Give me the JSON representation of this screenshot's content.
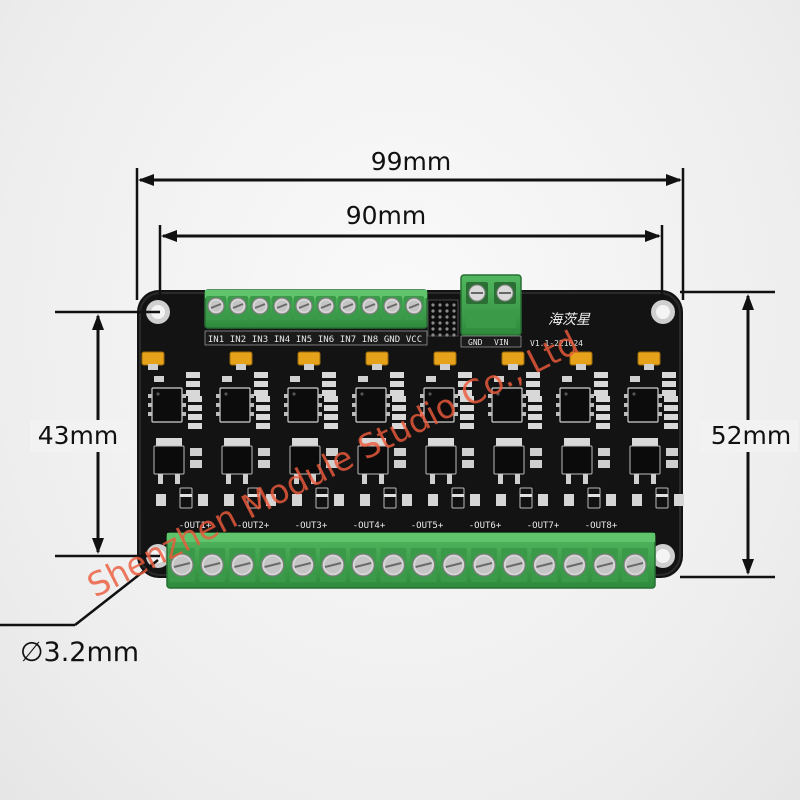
{
  "dimensions": {
    "overall_width": "99mm",
    "hole_spacing_width": "90mm",
    "hole_spacing_height": "43mm",
    "overall_height": "52mm",
    "hole_diameter": "∅3.2mm"
  },
  "board": {
    "input_labels": [
      "IN1",
      "IN2",
      "IN3",
      "IN4",
      "IN5",
      "IN6",
      "IN7",
      "IN8",
      "GND",
      "VCC"
    ],
    "output_labels": [
      "-OUT1+",
      "-OUT2+",
      "-OUT3+",
      "-OUT4+",
      "-OUT5+",
      "-OUT6+",
      "-OUT7+",
      "-OUT8+"
    ],
    "power_labels": [
      "GND",
      "VIN"
    ],
    "brand_chars": "海茨星",
    "part_code": "V1.1-221024"
  },
  "watermark": "Shenzhen Module Studio Co., Ltd",
  "colors": {
    "pcb": "#121212",
    "terminal": "#3fa34d",
    "terminal_dark": "#2e7d3a",
    "jumper": "#e6a21a",
    "dimension_line": "#111111",
    "watermark": "#eb5a3c"
  }
}
